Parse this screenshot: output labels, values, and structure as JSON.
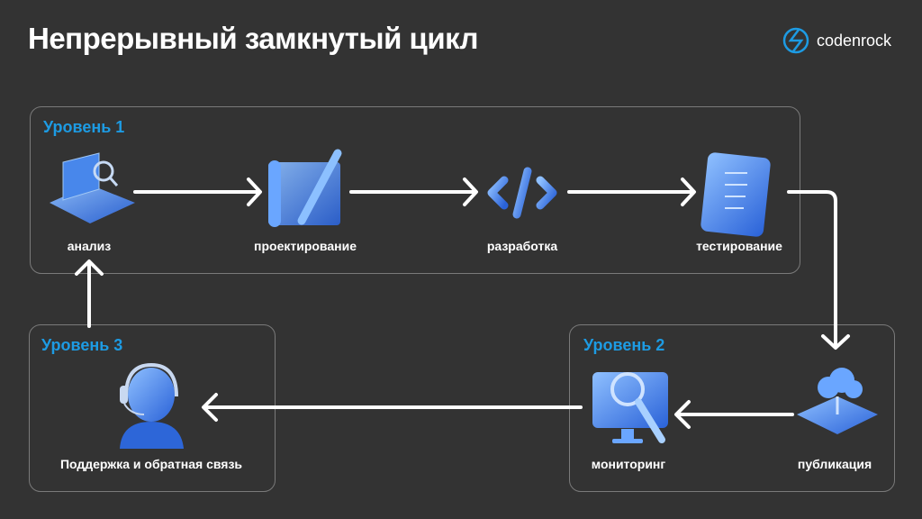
{
  "title": "Непрерывный замкнутый цикл",
  "logo": {
    "text": "codenrock",
    "icon": "codenrock-logo-icon",
    "color": "#1d9be3"
  },
  "levels": [
    {
      "label": "Уровень 1",
      "steps": [
        "анализ",
        "проектирование",
        "разработка",
        "тестирование"
      ]
    },
    {
      "label": "Уровень 2",
      "steps": [
        "публикация",
        "мониторинг"
      ]
    },
    {
      "label": "Уровень 3",
      "steps": [
        "Поддержка и обратная связь"
      ]
    }
  ],
  "colors": {
    "accent": "#1d9be3",
    "background": "#333333",
    "icon_blue": "#3b7ff0"
  }
}
